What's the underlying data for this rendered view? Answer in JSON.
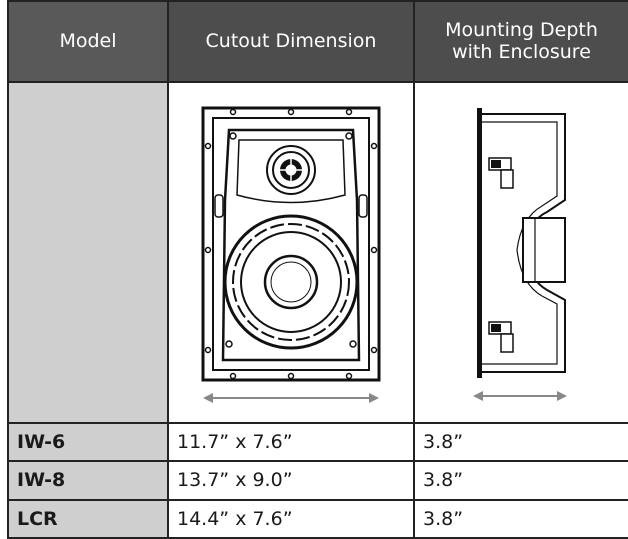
{
  "headers": {
    "model": "Model",
    "cutout": "Cutout Dimension",
    "depth_line1": "Mounting Depth",
    "depth_line2": "with Enclosure"
  },
  "illustrations": {
    "front_view": "speaker-front-view",
    "side_view": "speaker-side-view"
  },
  "rows": [
    {
      "model": "IW-6",
      "cutout": "11.7” x 7.6”",
      "depth": "3.8”"
    },
    {
      "model": "IW-8",
      "cutout": "13.7” x 9.0”",
      "depth": "3.8”"
    },
    {
      "model": "LCR",
      "cutout": "14.4” x 7.6”",
      "depth": "3.8”"
    }
  ],
  "colors": {
    "header_bg": "#4d4d4d",
    "model_col_bg": "#cfcfcf",
    "border": "#222222"
  }
}
